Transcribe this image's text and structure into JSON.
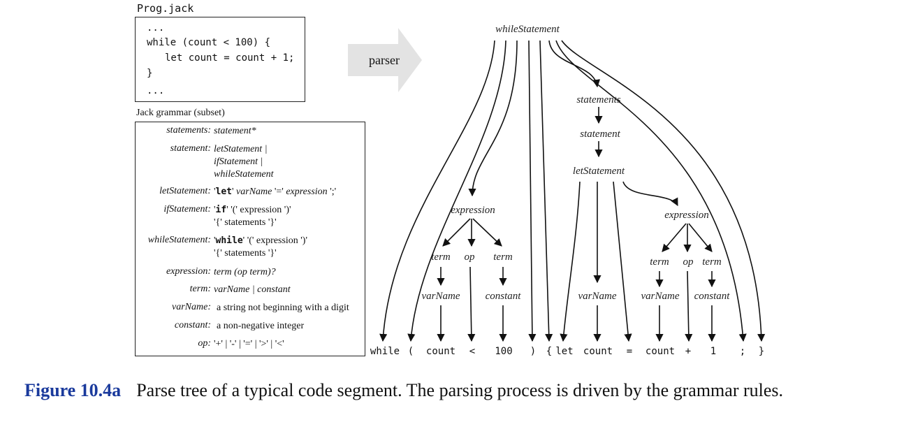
{
  "program": {
    "title": "Prog.jack",
    "lines": [
      "...",
      "while (count < 100) {",
      "let count = count + 1;",
      "}",
      "..."
    ]
  },
  "arrow_label": "parser",
  "grammar": {
    "title": "Jack grammar (subset)",
    "rules": [
      {
        "name": "statements:",
        "def": "statement*"
      },
      {
        "name": "statement:",
        "def_lines": [
          "letStatement |",
          "ifStatement |",
          "whileStatement"
        ]
      },
      {
        "name": "letStatement:",
        "kw": "let",
        "parts": [
          "varName",
          "'='",
          "expression",
          "';'"
        ]
      },
      {
        "name": "ifStatement:",
        "kw": "if",
        "line1": "'(' expression ')'",
        "line2": "'{' statements '}'"
      },
      {
        "name": "whileStatement:",
        "kw": "while",
        "line1": "'(' expression ')'",
        "line2": "'{' statements '}'"
      },
      {
        "name": "expression:",
        "def": "term (op term)?"
      },
      {
        "name": "term:",
        "def": "varName | constant"
      },
      {
        "name": "varName:",
        "def": "a string not beginning with a digit"
      },
      {
        "name": "constant:",
        "def": "a non-negative integer"
      },
      {
        "name": "op:",
        "def": "'+' | '-' | '=' | '>' | '<'"
      }
    ]
  },
  "tree": {
    "nodes": {
      "root": "whileStatement",
      "statements": "statements",
      "statement": "statement",
      "letStatement": "letStatement",
      "expr1": "expression",
      "term1a": "term",
      "op1": "op",
      "term1b": "term",
      "varName1": "varName",
      "constant1": "constant",
      "varName2": "varName",
      "expr2": "expression",
      "term2a": "term",
      "op2": "op",
      "term2b": "term",
      "varName3": "varName",
      "constant2": "constant"
    },
    "tokens": [
      "while",
      "(",
      "count",
      "<",
      "100",
      ")",
      "{",
      "let",
      "count",
      "=",
      "count",
      "+",
      "1",
      ";",
      "}"
    ]
  },
  "caption": {
    "figure": "Figure 10.4a",
    "text": "Parse tree of a typical code segment. The parsing process is driven by the grammar rules."
  }
}
